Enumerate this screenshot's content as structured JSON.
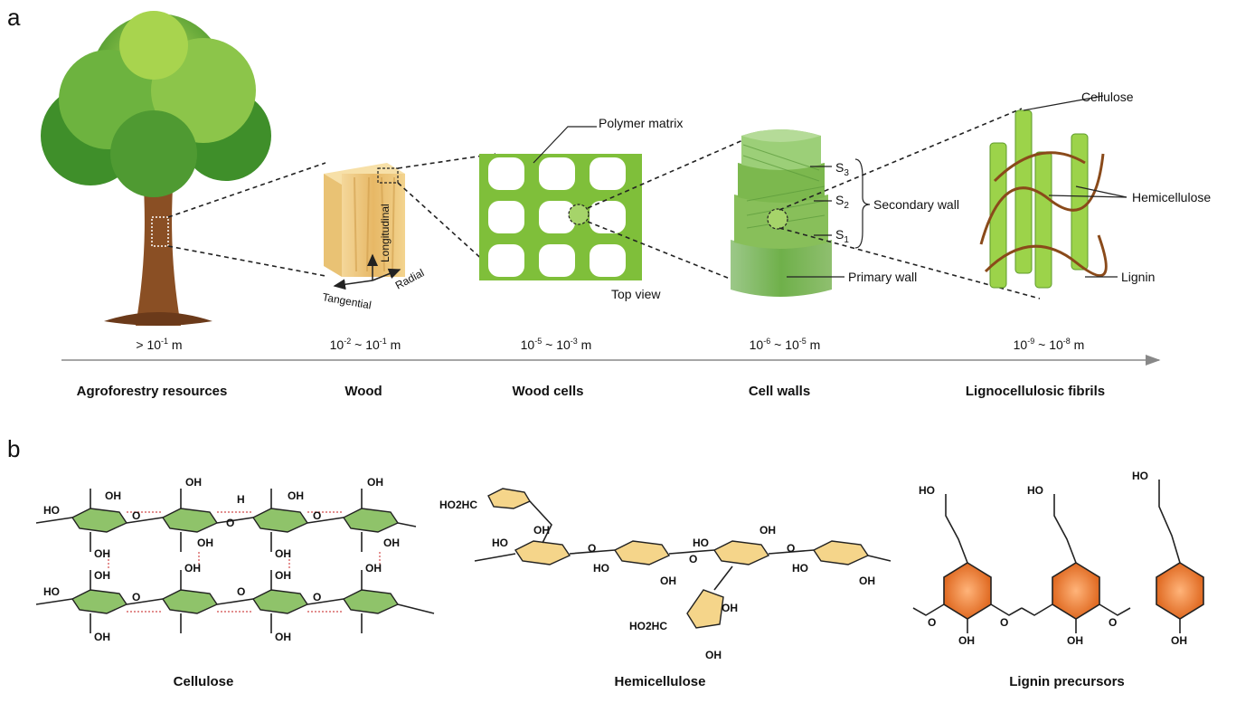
{
  "panels": {
    "a": "a",
    "b": "b"
  },
  "scale_axis": {
    "stages": [
      {
        "name": "Agroforestry resources",
        "scale": "> 10-1 m"
      },
      {
        "name": "Wood",
        "scale": "10-2 ~ 10-1 m"
      },
      {
        "name": "Wood cells",
        "scale": "10-5 ~ 10-3 m"
      },
      {
        "name": "Cell walls",
        "scale": "10-6 ~ 10-5 m"
      },
      {
        "name": "Lignocellulosic fibrils",
        "scale": "10-9 ~ 10-8 m"
      }
    ]
  },
  "wood": {
    "longitudinal": "Longitudinal",
    "tangential": "Tangential",
    "radial": "Radial"
  },
  "wood_cells": {
    "polymer_matrix": "Polymer matrix",
    "top_view": "Top view"
  },
  "cell_walls": {
    "s3": "S",
    "s3_sub": "3",
    "s2": "S",
    "s2_sub": "2",
    "s1": "S",
    "s1_sub": "1",
    "secondary_wall": "Secondary wall",
    "primary_wall": "Primary wall"
  },
  "fibrils": {
    "cellulose": "Cellulose",
    "hemicellulose": "Hemicellulose",
    "lignin": "Lignin"
  },
  "molecules": {
    "cellulose_title": "Cellulose",
    "hemicellulose_title": "Hemicellulose",
    "lignin_title": "Lignin precursors",
    "oh": "OH",
    "ho": "HO",
    "o": "O",
    "h": "H",
    "ho2hc": "HO2HC",
    "ho2hc_b": "HO2HC"
  },
  "colors": {
    "tree_leaf": "#6db33f",
    "wood": "#efc97a",
    "cell_green": "#7fbf3a",
    "sugar_green": "#8fc36a",
    "sugar_yellow": "#f5d58a",
    "lignin_orange": "#e8782f",
    "lignin_chain": "#8a4a1a",
    "hbond": "#d14b4b"
  }
}
